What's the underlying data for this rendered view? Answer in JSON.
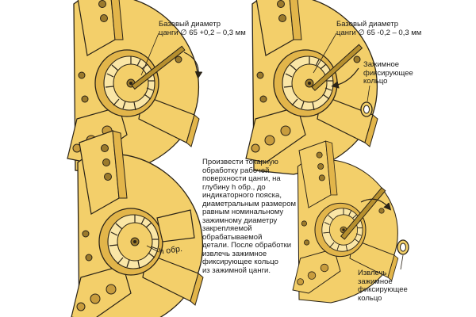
{
  "colors": {
    "body_fill": "#f3cf6a",
    "body_shade": "#e2b54a",
    "body_light": "#fae6a6",
    "outline": "#2a2317",
    "hole_fill": "#9b7a2c",
    "bolt_fill": "#c89c3d",
    "wrench": "#b68f2e",
    "ring_fill": "#f5d26a"
  },
  "icons": [
    "chuck-body",
    "collet",
    "hex-wrench",
    "clamping-ring",
    "rotation-arrow"
  ],
  "panel1": {
    "diameter_label": {
      "line1": "Базовый диаметр",
      "line2": "цанги ∅ 65 +0,2 – 0,3 мм"
    }
  },
  "panel2": {
    "diameter_label": {
      "line1": "Базовый диаметр",
      "line2": "цанги ∅ 65 -0,2 – 0,3 мм"
    },
    "ring_label": {
      "line1": "Зажимное",
      "line2": "фиксирующее",
      "line3": "кольцо"
    }
  },
  "panel3": {
    "depth_label": "h обр."
  },
  "instruction": {
    "lines": [
      "Произвести токарную",
      "обработку рабочей",
      "поверхности цанги, на",
      "глубину h обр., до",
      "индикаторного пояска,",
      "диаметральным размером",
      "равным номинальному",
      "зажимному диаметру",
      "закрепляемой",
      "обрабатываемой",
      "детали. После обработки",
      "извлечь зажимное",
      "фиксирующее кольцо",
      "из зажимной цанги."
    ]
  },
  "panel4": {
    "ring_label": {
      "line1": "Извлечь",
      "line2": "зажимное",
      "line3": "фиксирующее",
      "line4": "кольцо"
    }
  }
}
